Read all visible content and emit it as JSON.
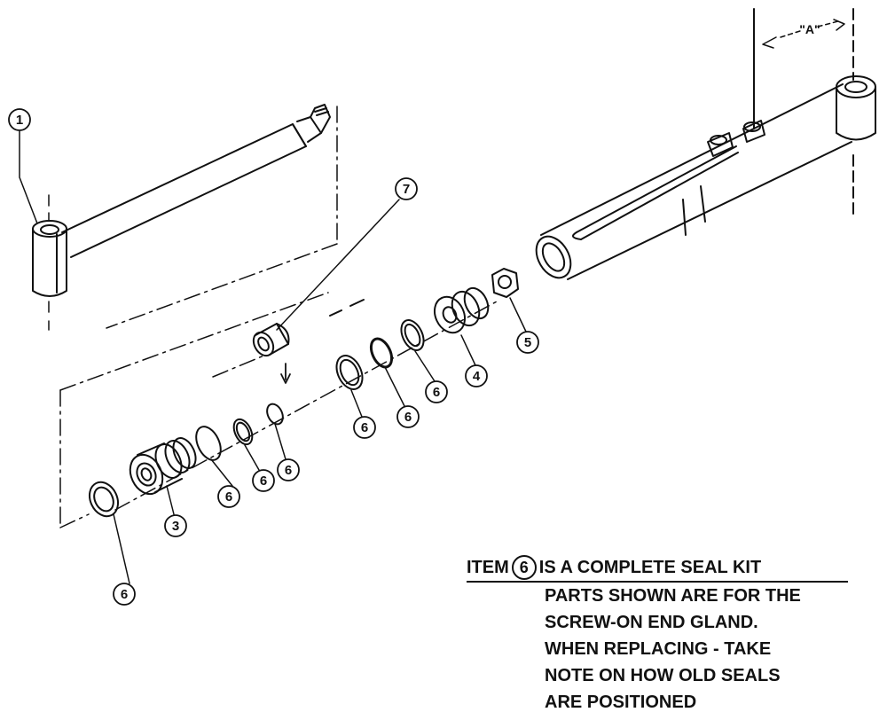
{
  "callouts": {
    "c1": "1",
    "c3": "3",
    "c4": "4",
    "c5": "5",
    "c6a": "6",
    "c6b": "6",
    "c6c": "6",
    "c6d": "6",
    "c6e": "6",
    "c6f": "6",
    "c6g": "6",
    "c7": "7"
  },
  "dimension_label": "\"A\"",
  "note": {
    "prefix": "ITEM",
    "item_number": "6",
    "line1_rest": "IS A COMPLETE SEAL KIT",
    "line2": "PARTS SHOWN ARE FOR THE",
    "line3": "SCREW-ON END GLAND.",
    "line4": "WHEN REPLACING - TAKE",
    "line5": "NOTE ON HOW OLD SEALS",
    "line6": "ARE POSITIONED"
  }
}
